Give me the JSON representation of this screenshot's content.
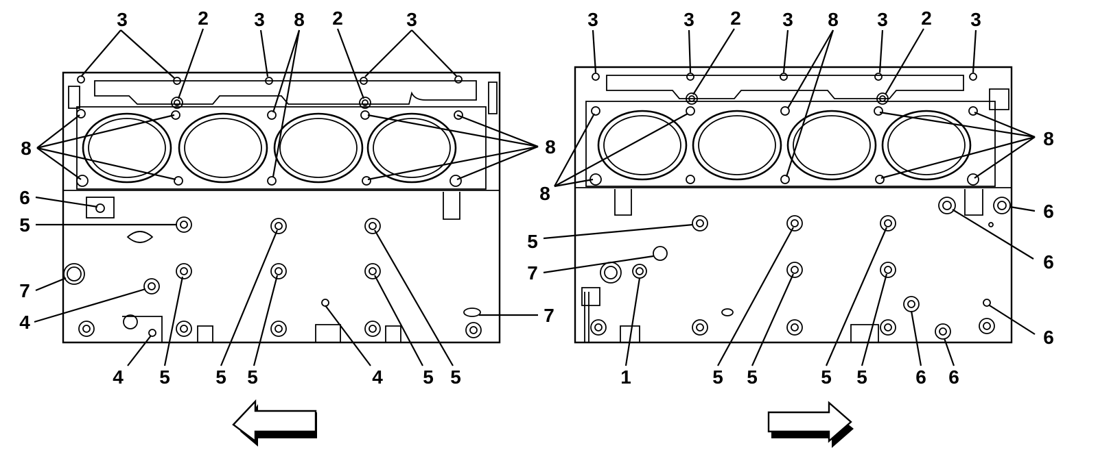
{
  "diagram": {
    "left_view": {
      "callouts": [
        {
          "id": "l-top-3a",
          "text": "3"
        },
        {
          "id": "l-top-2a",
          "text": "2"
        },
        {
          "id": "l-top-3b",
          "text": "3"
        },
        {
          "id": "l-top-8",
          "text": "8"
        },
        {
          "id": "l-top-2b",
          "text": "2"
        },
        {
          "id": "l-top-3c",
          "text": "3"
        },
        {
          "id": "l-left-8",
          "text": "8"
        },
        {
          "id": "l-right-8",
          "text": "8"
        },
        {
          "id": "l-left-6",
          "text": "6"
        },
        {
          "id": "l-left-5",
          "text": "5"
        },
        {
          "id": "l-left-7",
          "text": "7"
        },
        {
          "id": "l-left-4",
          "text": "4"
        },
        {
          "id": "l-right-7",
          "text": "7"
        },
        {
          "id": "l-bot-4a",
          "text": "4"
        },
        {
          "id": "l-bot-5a",
          "text": "5"
        },
        {
          "id": "l-bot-5b",
          "text": "5"
        },
        {
          "id": "l-bot-5c",
          "text": "5"
        },
        {
          "id": "l-bot-4b",
          "text": "4"
        },
        {
          "id": "l-bot-5d",
          "text": "5"
        },
        {
          "id": "l-bot-5e",
          "text": "5"
        }
      ],
      "arrow_direction": "left"
    },
    "right_view": {
      "callouts": [
        {
          "id": "r-top-3a",
          "text": "3"
        },
        {
          "id": "r-top-3b",
          "text": "3"
        },
        {
          "id": "r-top-2a",
          "text": "2"
        },
        {
          "id": "r-top-3c",
          "text": "3"
        },
        {
          "id": "r-top-8",
          "text": "8"
        },
        {
          "id": "r-top-3d",
          "text": "3"
        },
        {
          "id": "r-top-2b",
          "text": "2"
        },
        {
          "id": "r-top-3e",
          "text": "3"
        },
        {
          "id": "r-left-8",
          "text": "8"
        },
        {
          "id": "r-right-8",
          "text": "8"
        },
        {
          "id": "r-left-5",
          "text": "5"
        },
        {
          "id": "r-left-7",
          "text": "7"
        },
        {
          "id": "r-right-6a",
          "text": "6"
        },
        {
          "id": "r-right-6b",
          "text": "6"
        },
        {
          "id": "r-right-6c",
          "text": "6"
        },
        {
          "id": "r-bot-1",
          "text": "1"
        },
        {
          "id": "r-bot-5a",
          "text": "5"
        },
        {
          "id": "r-bot-5b",
          "text": "5"
        },
        {
          "id": "r-bot-5c",
          "text": "5"
        },
        {
          "id": "r-bot-5d",
          "text": "5"
        },
        {
          "id": "r-bot-6a",
          "text": "6"
        },
        {
          "id": "r-bot-6b",
          "text": "6"
        }
      ],
      "arrow_direction": "right"
    }
  }
}
